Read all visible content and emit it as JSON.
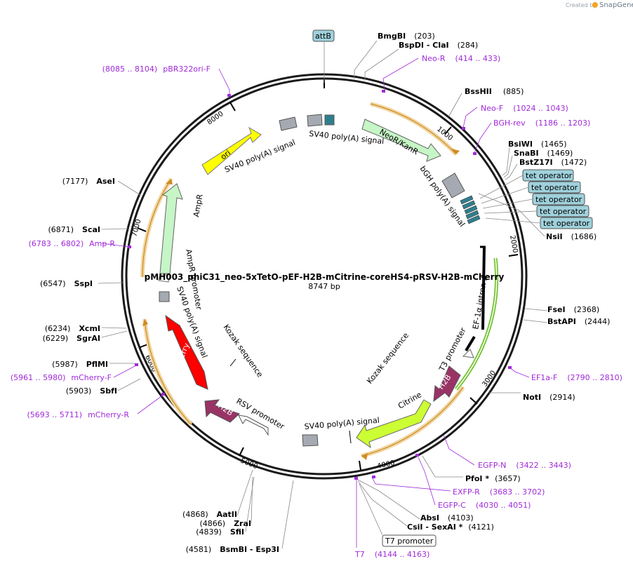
{
  "plasmid": {
    "name": "pMH003_phiC31_neo-5xTetO-pEF-H2B-mCitrine-coreHS4-pRSV-H2B-mCherry",
    "length_label": "8747 bp"
  },
  "branding": {
    "text": "Created by",
    "product": "SnapGene"
  },
  "ticks": [
    "1000",
    "2000",
    "3000",
    "4000",
    "5000",
    "6000",
    "7000",
    "8000"
  ],
  "enzymes": [
    {
      "name": "BmgBI",
      "pos": "(203)"
    },
    {
      "name": "BspDI  - ClaI",
      "pos": "(284)"
    },
    {
      "name": "BssHII",
      "pos": "(885)"
    },
    {
      "name": "BsiWI",
      "pos": "(1465)"
    },
    {
      "name": "SnaBI",
      "pos": "(1469)"
    },
    {
      "name": "BstZ17I",
      "pos": "(1472)"
    },
    {
      "name": "NsiI",
      "pos": "(1686)"
    },
    {
      "name": "FseI",
      "pos": "(2368)"
    },
    {
      "name": "BstAPI",
      "pos": "(2444)"
    },
    {
      "name": "NotI",
      "pos": "(2914)"
    },
    {
      "name": "PfoI *",
      "pos": "(3657)"
    },
    {
      "name": "AbsI",
      "pos": "(4103)"
    },
    {
      "name": "CsiI  - SexAI *",
      "pos": "(4121)"
    },
    {
      "name": "AseI",
      "pos": "(7177)"
    },
    {
      "name": "ScaI",
      "pos": "(6871)"
    },
    {
      "name": "SspI",
      "pos": "(6547)"
    },
    {
      "name": "XcmI",
      "pos": "(6234)"
    },
    {
      "name": "SgrAI",
      "pos": "(6229)"
    },
    {
      "name": "PflMI",
      "pos": "(5987)"
    },
    {
      "name": "SbfI",
      "pos": "(5903)"
    },
    {
      "name": "AatII",
      "pos": "(4868)"
    },
    {
      "name": "ZraI",
      "pos": "(4866)"
    },
    {
      "name": "SfiI",
      "pos": "(4839)"
    },
    {
      "name": "BsmBI  - Esp3I",
      "pos": "(4581)"
    }
  ],
  "primers": [
    {
      "name": "Neo-R",
      "range": "(414 .. 433)"
    },
    {
      "name": "Neo-F",
      "range": "(1024 .. 1043)"
    },
    {
      "name": "BGH-rev",
      "range": "(1186 .. 1203)"
    },
    {
      "name": "EF1a-F",
      "range": "(2790 .. 2810)"
    },
    {
      "name": "EGFP-N",
      "range": "(3422 .. 3443)"
    },
    {
      "name": "EXFP-R",
      "range": "(3683 .. 3702)"
    },
    {
      "name": "EGFP-C",
      "range": "(4030 .. 4051)"
    },
    {
      "name": "T7",
      "range": "(4144 .. 4163)"
    },
    {
      "name": "pBR322ori-F",
      "range": "(8085 .. 8104)"
    },
    {
      "name": "Amp-R",
      "range": "(6783 .. 6802)"
    },
    {
      "name": "mCherry-F",
      "range": "(5961 .. 5980)"
    },
    {
      "name": "mCherry-R",
      "range": "(5693 .. 5711)"
    }
  ],
  "boxed_features": {
    "attB": "attB",
    "tet_operator": "tet operator",
    "t7_promoter": "T7 promoter"
  },
  "features": {
    "ori": "ori",
    "neor_kanr": "NeoR/KanR",
    "bgh_polya": "bGH poly(A) signal",
    "sv40_polya": "SV40 poly(A) signal",
    "ampr": "AmpR",
    "ampr_promoter": "AmpR promoter",
    "ef1a_intron": "EF-1α intron A",
    "t3_promoter": "T3 promoter",
    "h2b": "H2B",
    "citrine": "Citrine",
    "kozak": "Kozak sequence",
    "mcherry": "mCherry",
    "rsv_promoter": "RSV promoter"
  },
  "colors": {
    "backbone": "#1a1a1a",
    "primer": "#a02ad9",
    "ori": "#ffff00",
    "neor": "#c6f5c6",
    "ampr": "#c6f5c6",
    "h2b": "#993366",
    "citrine": "#ccff33",
    "mcherry": "#ff0000",
    "polya": "#a5aab2",
    "tetop": "#2f7e8e",
    "box_fill": "#9fd1dc",
    "orf_fill": "#f0d7a4",
    "orf_edge": "#d08a1f",
    "intron": "#66bb22"
  }
}
